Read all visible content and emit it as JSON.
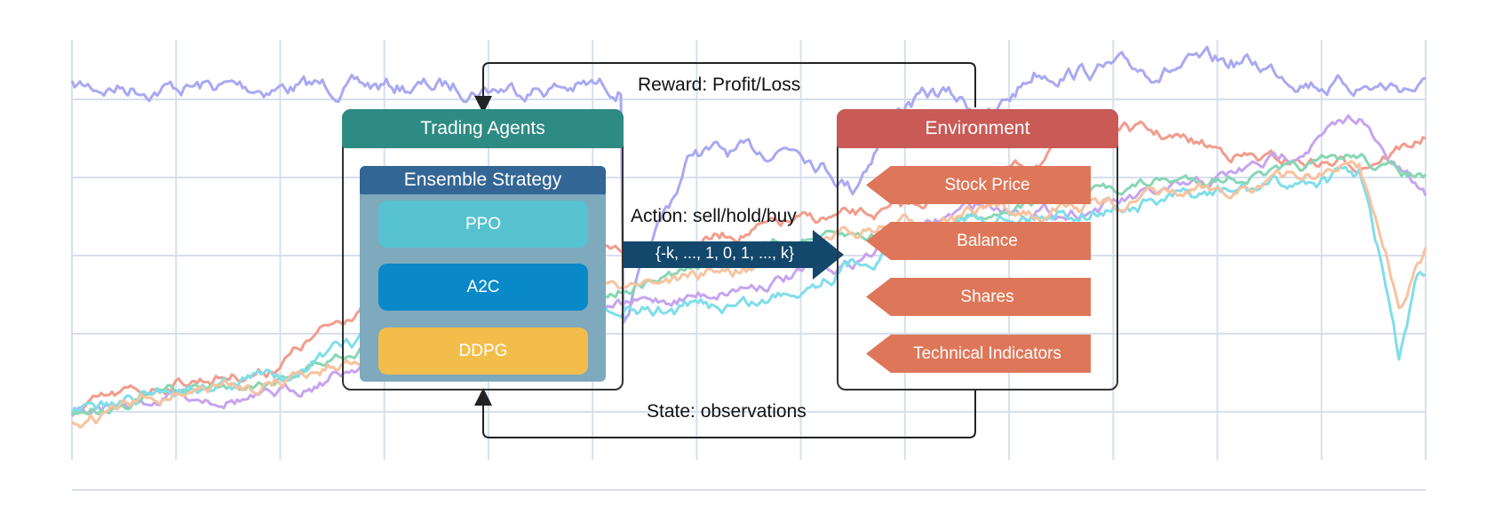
{
  "colors": {
    "grid": "#d6dfef",
    "agents_header": "#2e8b83",
    "ensemble_header": "#336694",
    "ensemble_body": "#7fa9bc",
    "ppo": "#56c2cf",
    "a2c": "#0a89c8",
    "ddpg": "#f3bd4c",
    "environment_header": "#c95a56",
    "env_tag": "#de7759",
    "action_arrow": "#13486c",
    "series_blue": "#a9a9f2",
    "series_red": "#f29c8c",
    "series_purple": "#c6a4ef",
    "series_green": "#86d7b3",
    "series_cyan": "#7fdeea",
    "series_orange": "#f8c29e"
  },
  "diagram": {
    "reward_label": "Reward: Profit/Loss",
    "state_label": "State: observations",
    "action_label": "Action: sell/hold/buy",
    "action_values": "{-k, ..., 1, 0, 1, ..., k}",
    "agents": {
      "title": "Trading Agents",
      "ensemble_title": "Ensemble Strategy",
      "algorithms": [
        "PPO",
        "A2C",
        "DDPG"
      ]
    },
    "environment": {
      "title": "Environment",
      "items": [
        "Stock Price",
        "Balance",
        "Shares",
        "Technical Indicators"
      ]
    }
  }
}
